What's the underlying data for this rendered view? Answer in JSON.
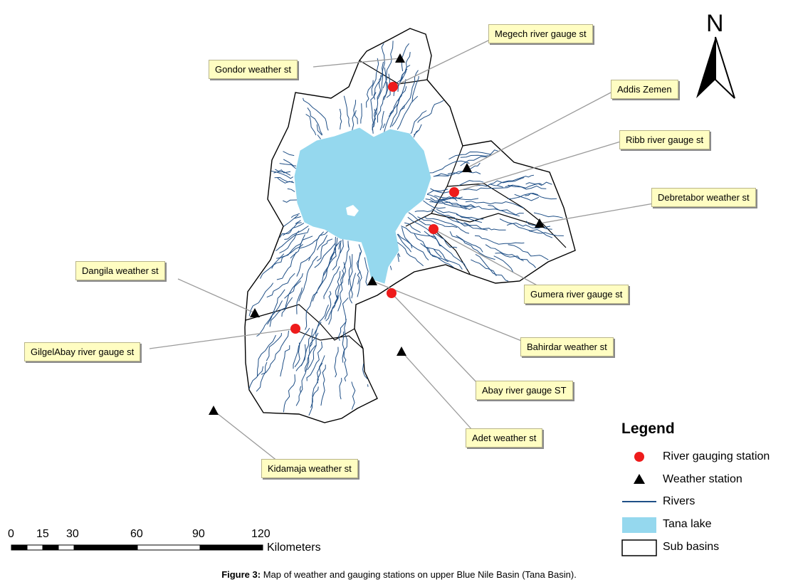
{
  "north_arrow": {
    "letter": "N"
  },
  "colors": {
    "lake": "#95d8ee",
    "river": "#1f4f86",
    "gauge": "#ee1b1b",
    "station": "#000000",
    "label_bg": "#fffdc2"
  },
  "labels": [
    {
      "name": "megech",
      "text": "Megech river gauge st",
      "kind": "gauge"
    },
    {
      "name": "gondor",
      "text": "Gondor weather st",
      "kind": "weather"
    },
    {
      "name": "addis-zemen",
      "text": "Addis Zemen",
      "kind": "weather"
    },
    {
      "name": "ribb",
      "text": "Ribb river gauge st",
      "kind": "gauge"
    },
    {
      "name": "debretabor",
      "text": "Debretabor weather st",
      "kind": "weather"
    },
    {
      "name": "dangila",
      "text": "Dangila weather st",
      "kind": "weather"
    },
    {
      "name": "gumera",
      "text": "Gumera river gauge st",
      "kind": "gauge"
    },
    {
      "name": "bahirdar",
      "text": "Bahirdar weather st",
      "kind": "weather"
    },
    {
      "name": "gilgelabay",
      "text": "GilgelAbay river gauge st",
      "kind": "gauge"
    },
    {
      "name": "abay",
      "text": "Abay river gauge ST",
      "kind": "gauge"
    },
    {
      "name": "adet",
      "text": "Adet weather st",
      "kind": "weather"
    },
    {
      "name": "kidamaja",
      "text": "Kidamaja weather st",
      "kind": "weather"
    }
  ],
  "legend": {
    "title": "Legend",
    "items": [
      {
        "label": "River gauging station",
        "symbol": "red-circle"
      },
      {
        "label": "Weather station",
        "symbol": "black-triangle"
      },
      {
        "label": "Rivers",
        "symbol": "blue-line"
      },
      {
        "label": "Tana lake",
        "symbol": "lake-fill"
      },
      {
        "label": "Sub basins",
        "symbol": "outline-box"
      }
    ]
  },
  "scale_bar": {
    "ticks": [
      "0",
      "15",
      "30",
      "60",
      "90",
      "120"
    ],
    "unit": "Kilometers"
  },
  "caption": {
    "label": "Figure 3:",
    "text": " Map of weather and gauging stations on upper Blue Nile Basin (Tana Basin)."
  }
}
